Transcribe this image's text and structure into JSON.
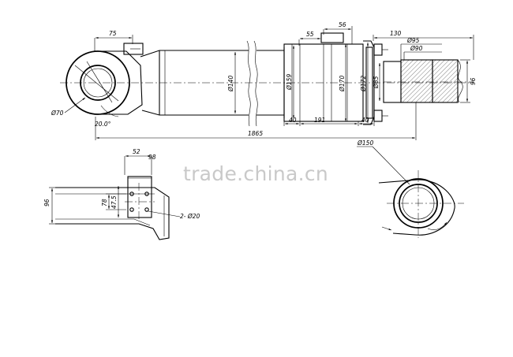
{
  "watermark": "trade.china.cn",
  "dimensions": {
    "d75": "75",
    "d70": "Ø70",
    "d20deg": "20.0°",
    "d140": "Ø140",
    "d159": "Ø159",
    "d170": "Ø170",
    "d172": "Ø172",
    "d85": "Ø85",
    "d56": "56",
    "d55": "55",
    "d130": "130",
    "d95": "Ø95",
    "d90": "Ø90",
    "d96_right": "96",
    "d40a": "40",
    "d191": "191",
    "d40b": "40",
    "d1865": "1865",
    "d52": "52",
    "d98": "98",
    "d96_left": "96",
    "d78": "78",
    "d47_5": "47.5",
    "d2x20": "2- Ø20",
    "d150": "Ø150"
  }
}
